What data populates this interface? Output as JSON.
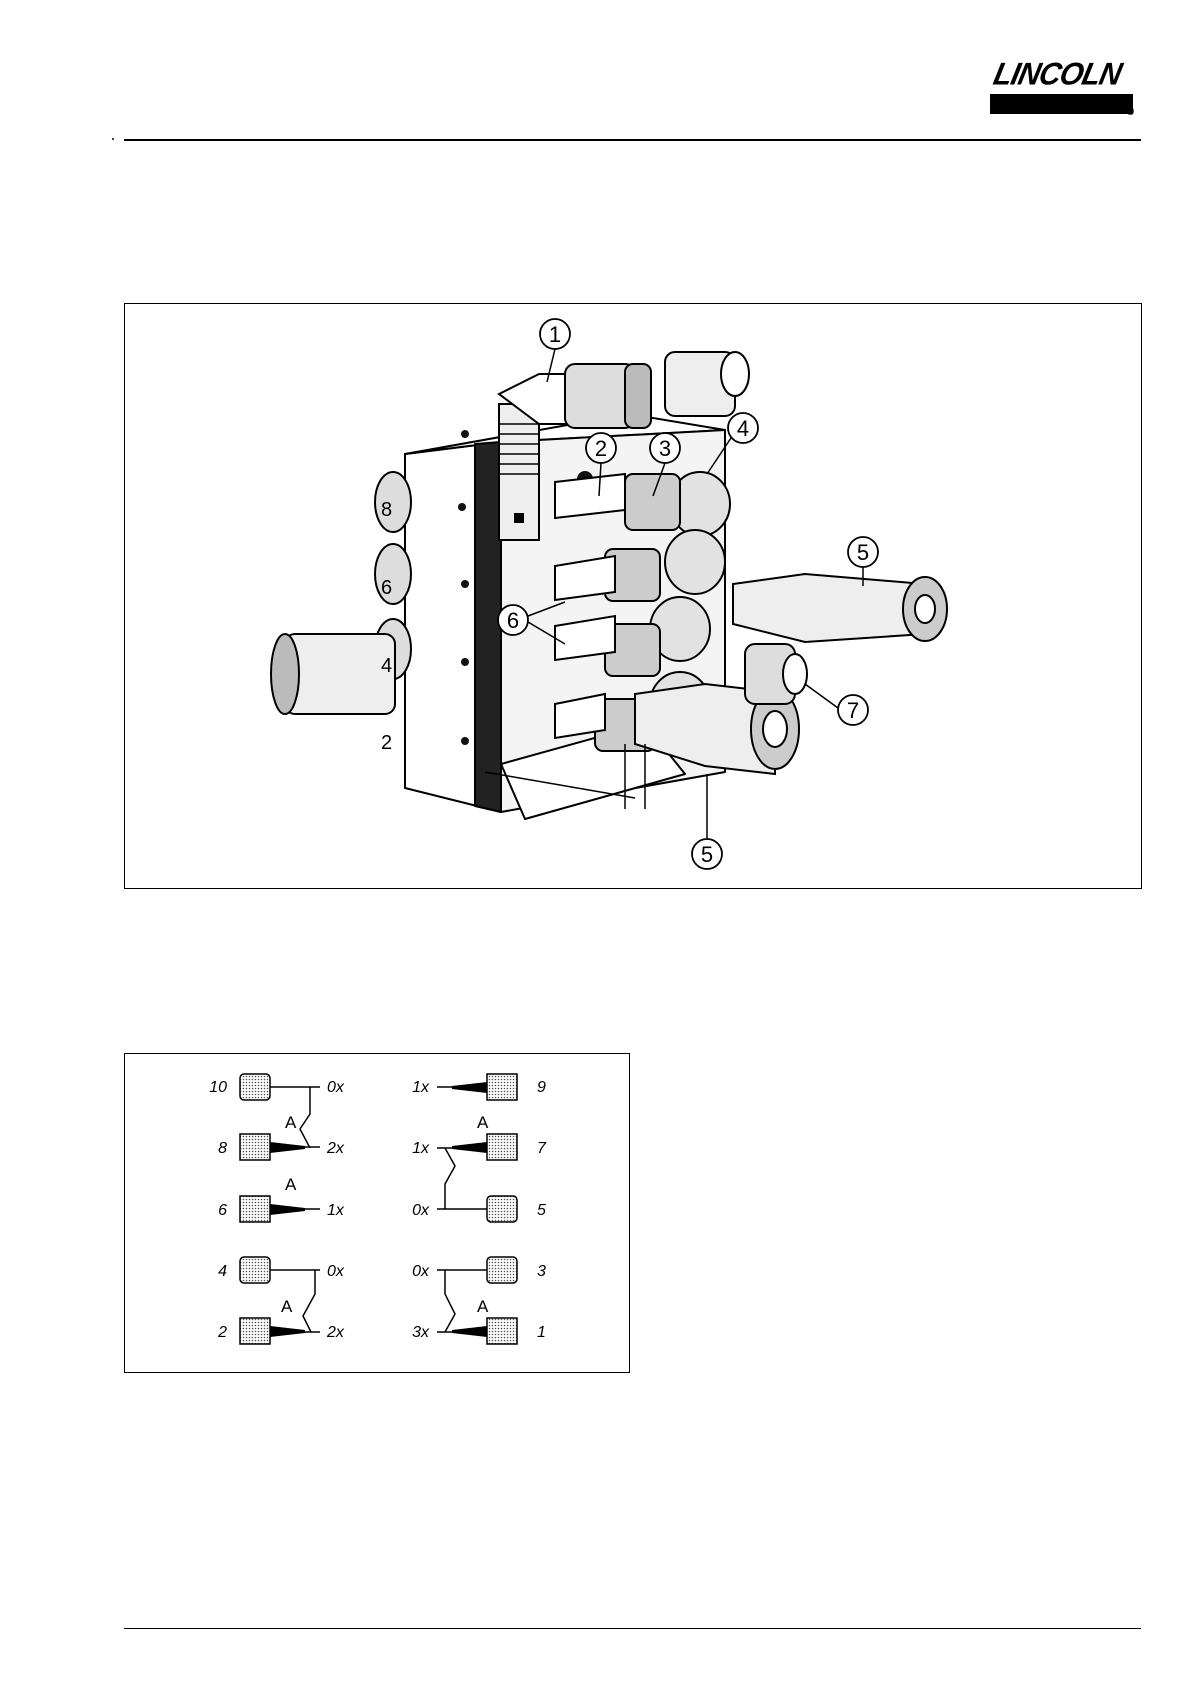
{
  "header": {
    "brand": "LINCOLN",
    "registered_mark": "®"
  },
  "figure1": {
    "callouts": [
      "1",
      "2",
      "3",
      "4",
      "5",
      "6",
      "7",
      "5"
    ],
    "port_labels": [
      "8",
      "6",
      "4",
      "2"
    ]
  },
  "figure2": {
    "left_column": [
      {
        "port": "10",
        "count": "0x"
      },
      {
        "port": "8",
        "count": "2x"
      },
      {
        "port": "6",
        "count": "1x"
      },
      {
        "port": "4",
        "count": "0x"
      },
      {
        "port": "2",
        "count": "2x"
      }
    ],
    "right_column": [
      {
        "port": "9",
        "count": "1x"
      },
      {
        "port": "7",
        "count": "1x"
      },
      {
        "port": "5",
        "count": "0x"
      },
      {
        "port": "3",
        "count": "0x"
      },
      {
        "port": "1",
        "count": "3x"
      }
    ],
    "bridge_label": "A"
  }
}
